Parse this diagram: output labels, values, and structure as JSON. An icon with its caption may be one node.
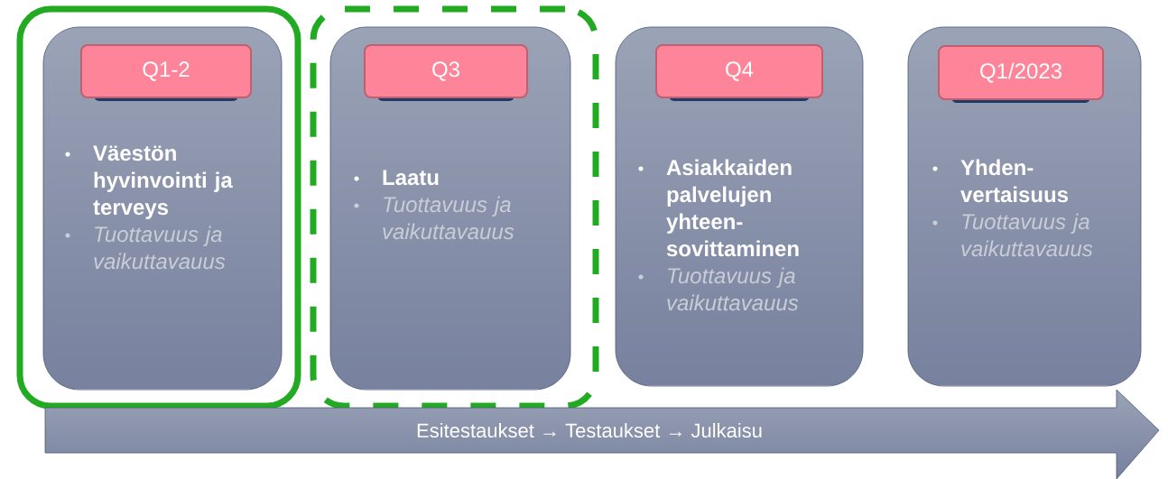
{
  "diagram": {
    "nodes": [
      {
        "text": [],
        "shape": "box"
      },
      {
        "text": [
          "Väestön hyvinvointi ja terveys",
          "Tuottavuus ja vaikuttavauus"
        ],
        "in": 0
      },
      {
        "text": [
          "Q1-2"
        ],
        "in": 1
      },
      {
        "text": [],
        "shape": "box"
      },
      {
        "text": [
          "Laatu",
          "Tuottavuus ja vaikuttavauus"
        ],
        "in": 3
      },
      {
        "text": [
          "Q3"
        ],
        "in": 4
      },
      {
        "text": [
          "Asiakkaiden palvelujen yhteen- sovittaminen",
          "Tuottavuus ja vaikuttavauus"
        ]
      },
      {
        "text": [
          "Q4"
        ],
        "in": 6
      },
      {
        "text": [
          "Yhden- vertaisuus",
          "Tuottavuus ja vaikuttavauus"
        ]
      },
      {
        "text": [
          "Q1/2023"
        ],
        "in": 8
      },
      {
        "text": [
          "Esitestaukset → Testaukset → Julkaisu"
        ]
      }
    ]
  }
}
